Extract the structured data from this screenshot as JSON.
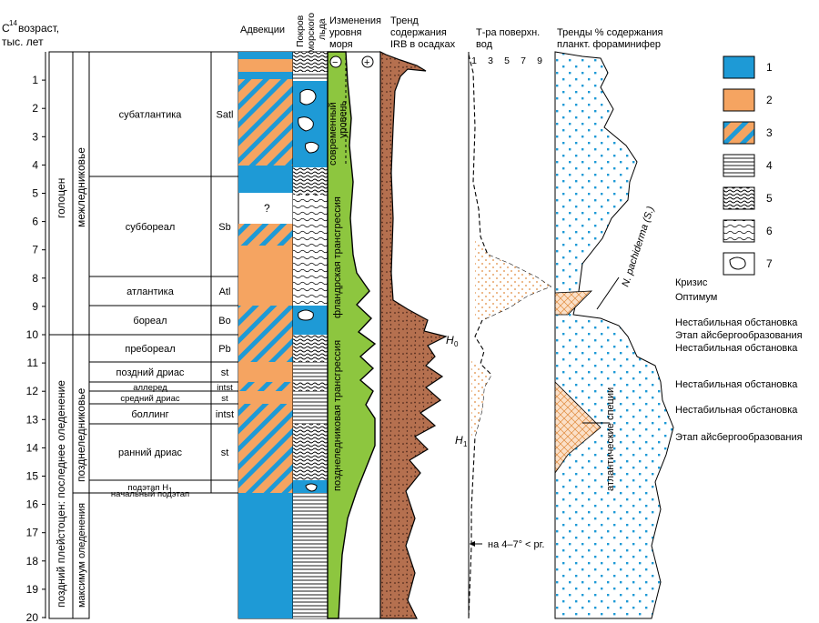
{
  "header": {
    "axis_title_c": "C",
    "axis_title_sup": "14",
    "axis_title_line1": "возраст,",
    "axis_title_line2": "тыс. лет",
    "advections": "Адвекции",
    "sea_ice_1": "Покров",
    "sea_ice_2": "морского",
    "sea_ice_3": "льда",
    "sea_level_1": "Изменения",
    "sea_level_2": "уровня",
    "sea_level_3": "моря",
    "irb_1": "Тренд",
    "irb_2": "содержания",
    "irb_3": "IRB в осадках",
    "temp_1": "Т-ра поверхн.",
    "temp_2": "вод",
    "foram_1": "Тренды % содержания",
    "foram_2": "планкт. фораминифер"
  },
  "age_ticks": [
    "1",
    "2",
    "3",
    "4",
    "5",
    "6",
    "7",
    "8",
    "9",
    "10",
    "11",
    "12",
    "13",
    "14",
    "15",
    "16",
    "17",
    "18",
    "19",
    "20"
  ],
  "epochs": [
    {
      "label": "голоцен"
    },
    {
      "label": "поздний плейстоцен: последнее оледенение"
    }
  ],
  "subdivisions": [
    {
      "label": "межледниковье"
    },
    {
      "label": "позднеледниковье"
    },
    {
      "label": "максимум оледенения"
    }
  ],
  "periods": [
    {
      "name": "субатлантика",
      "code": "Satl"
    },
    {
      "name": "суббореал",
      "code": "Sb"
    },
    {
      "name": "атлантика",
      "code": "Atl"
    },
    {
      "name": "бореал",
      "code": "Bo"
    },
    {
      "name": "пребореал",
      "code": "Pb"
    },
    {
      "name": "поздний дриас",
      "code": "st"
    },
    {
      "name": "аллеред",
      "code": "intst"
    },
    {
      "name": "средний дриас",
      "code": "st"
    },
    {
      "name": "боллинг",
      "code": "intst"
    },
    {
      "name": "ранний дриас",
      "code": "st"
    },
    {
      "name": "подэтап H",
      "sub": "1",
      "code": ""
    },
    {
      "name": "начальный подэтап",
      "code": ""
    }
  ],
  "advection_question": "?",
  "sea_level_labels": {
    "plus_symbol": "+",
    "minus_symbol": "−",
    "modern": "современный",
    "modern_2": "уровень",
    "flandrian": "фландрская трансгрессия",
    "postglacial": "позднеледниковая трансгрессия"
  },
  "irb_labels": {
    "h0": "H",
    "h0_sub": "0",
    "h1": "H",
    "h1_sub": "1"
  },
  "temp_ticks": [
    "1",
    "3",
    "5",
    "7",
    "9"
  ],
  "temp_note": "на 4–7° < рг.",
  "foram_labels": {
    "pachyderma": "N. pachiderma (S.)",
    "atlantic": "атлантические специи"
  },
  "legend": [
    {
      "num": "1",
      "kind": "blue",
      "color": "#1e9ad6"
    },
    {
      "num": "2",
      "kind": "orange",
      "color": "#f5a461"
    },
    {
      "num": "3",
      "kind": "hatched",
      "color": "#f5a461"
    },
    {
      "num": "4",
      "kind": "lines"
    },
    {
      "num": "5",
      "kind": "dense-waves"
    },
    {
      "num": "6",
      "kind": "waves"
    },
    {
      "num": "7",
      "kind": "floe"
    }
  ],
  "events": [
    {
      "label": "Кризис"
    },
    {
      "label": "Оптимум"
    },
    {
      "label": "Нестабильная обстановка"
    },
    {
      "label": "Этап айсбергообразования"
    },
    {
      "label": "Нестабильная обстановка"
    },
    {
      "label": "Нестабильная обстановка"
    },
    {
      "label": "Нестабильная обстановка"
    },
    {
      "label": "Этап айсбергообразования"
    }
  ],
  "colors": {
    "blue": "#1e9ad6",
    "orange": "#f5a461",
    "green": "#8dc63f",
    "brown": "#b5704f",
    "dots": "#1e9ad6"
  }
}
